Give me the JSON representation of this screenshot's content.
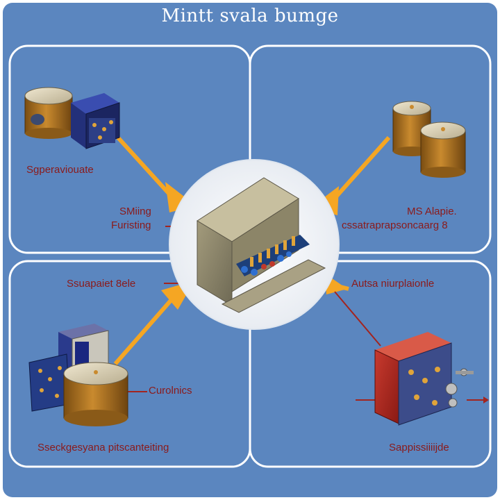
{
  "diagram": {
    "title": "Mintt svala bumge",
    "labels": {
      "top_left": "Sgperaviouate",
      "center_left_1": "SMiing",
      "center_left_2": "Furisting",
      "center_right_1": "MS Alapie.",
      "center_right_2": "cssatraprapsoncaarg 8",
      "mid_left": "Ssuapaiet 8ele",
      "mid_right": "Autsa niurplaionle",
      "bottom_left_small": "Curolnics",
      "bottom_left": "Sseckgesyana pitscanteiting",
      "bottom_right": "Sappissiiiijde"
    },
    "colors": {
      "background": "#5b86bf",
      "panel_border": "#ffffff",
      "arrow": "#f5a623",
      "label": "#8b1a1a",
      "metal_gold": "#b57a24",
      "module_blue": "#2a3a8c",
      "box_red": "#b22222"
    }
  }
}
